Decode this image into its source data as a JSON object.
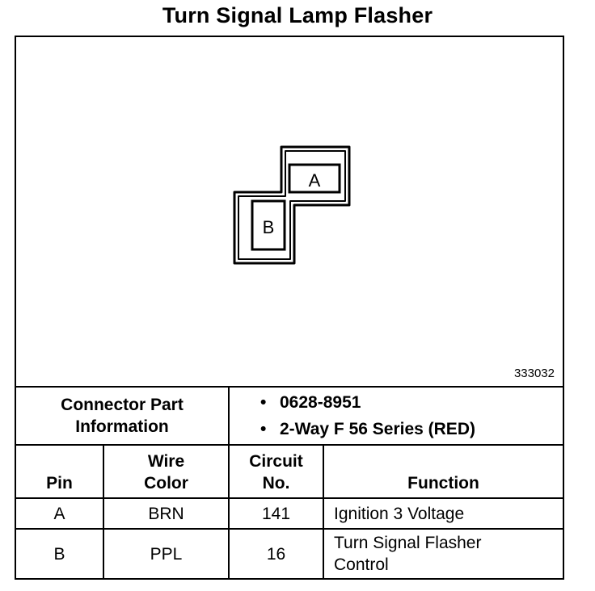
{
  "title": "Turn Signal Lamp Flasher",
  "diagram": {
    "drawing_number": "333032",
    "cavities": [
      "A",
      "B"
    ]
  },
  "connector_info": {
    "label_line1": "Connector Part",
    "label_line2": "Information",
    "items": [
      "0628-8951",
      "2-Way F 56 Series (RED)"
    ],
    "bullet": "•"
  },
  "table": {
    "headers": {
      "pin": "Pin",
      "wire_color_line1": "Wire",
      "wire_color_line2": "Color",
      "circuit_line1": "Circuit",
      "circuit_line2": "No.",
      "function": "Function"
    },
    "rows": [
      {
        "pin": "A",
        "wire_color": "BRN",
        "circuit": "141",
        "function_line1": "Ignition 3 Voltage",
        "function_line2": ""
      },
      {
        "pin": "B",
        "wire_color": "PPL",
        "circuit": "16",
        "function_line1": "Turn Signal Flasher",
        "function_line2": "Control"
      }
    ]
  }
}
